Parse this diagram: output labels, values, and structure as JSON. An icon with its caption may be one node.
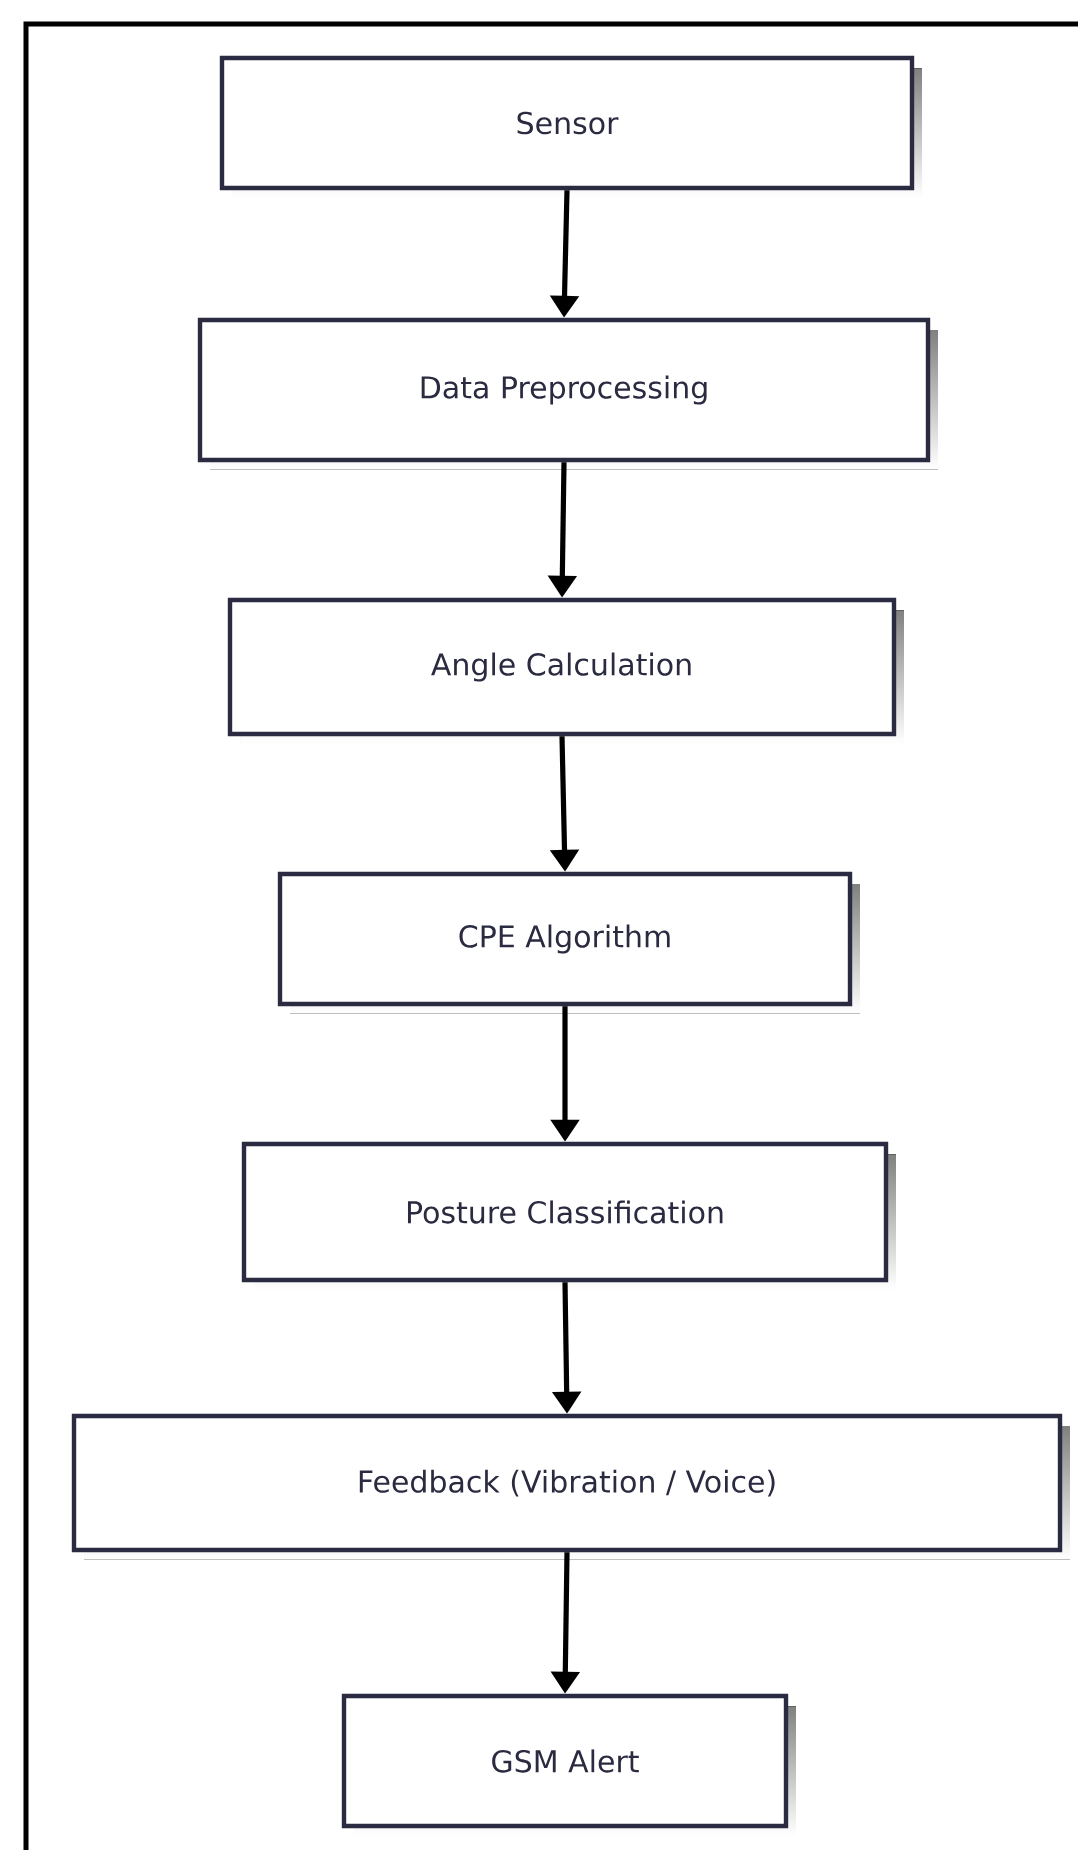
{
  "diagram": {
    "nodes": [
      {
        "text": [
          "Sensor"
        ]
      },
      {
        "text": [
          "Data Preprocessing"
        ]
      },
      {
        "text": [
          "Angle Calculation"
        ]
      },
      {
        "text": [
          "CPE Algorithm"
        ]
      },
      {
        "text": [
          "Posture Classification"
        ]
      },
      {
        "text": [
          "Feedback (Vibration / Voice)"
        ]
      },
      {
        "text": [
          "GSM Alert"
        ]
      }
    ],
    "edges": [
      {
        "from": 0,
        "to": 1,
        "arrow": "to"
      },
      {
        "from": 1,
        "to": 2,
        "arrow": "to"
      },
      {
        "from": 2,
        "to": 3,
        "arrow": "to"
      },
      {
        "from": 3,
        "to": 4,
        "arrow": "to"
      },
      {
        "from": 4,
        "to": 5,
        "arrow": "to"
      },
      {
        "from": 5,
        "to": 6,
        "arrow": "to"
      }
    ]
  }
}
